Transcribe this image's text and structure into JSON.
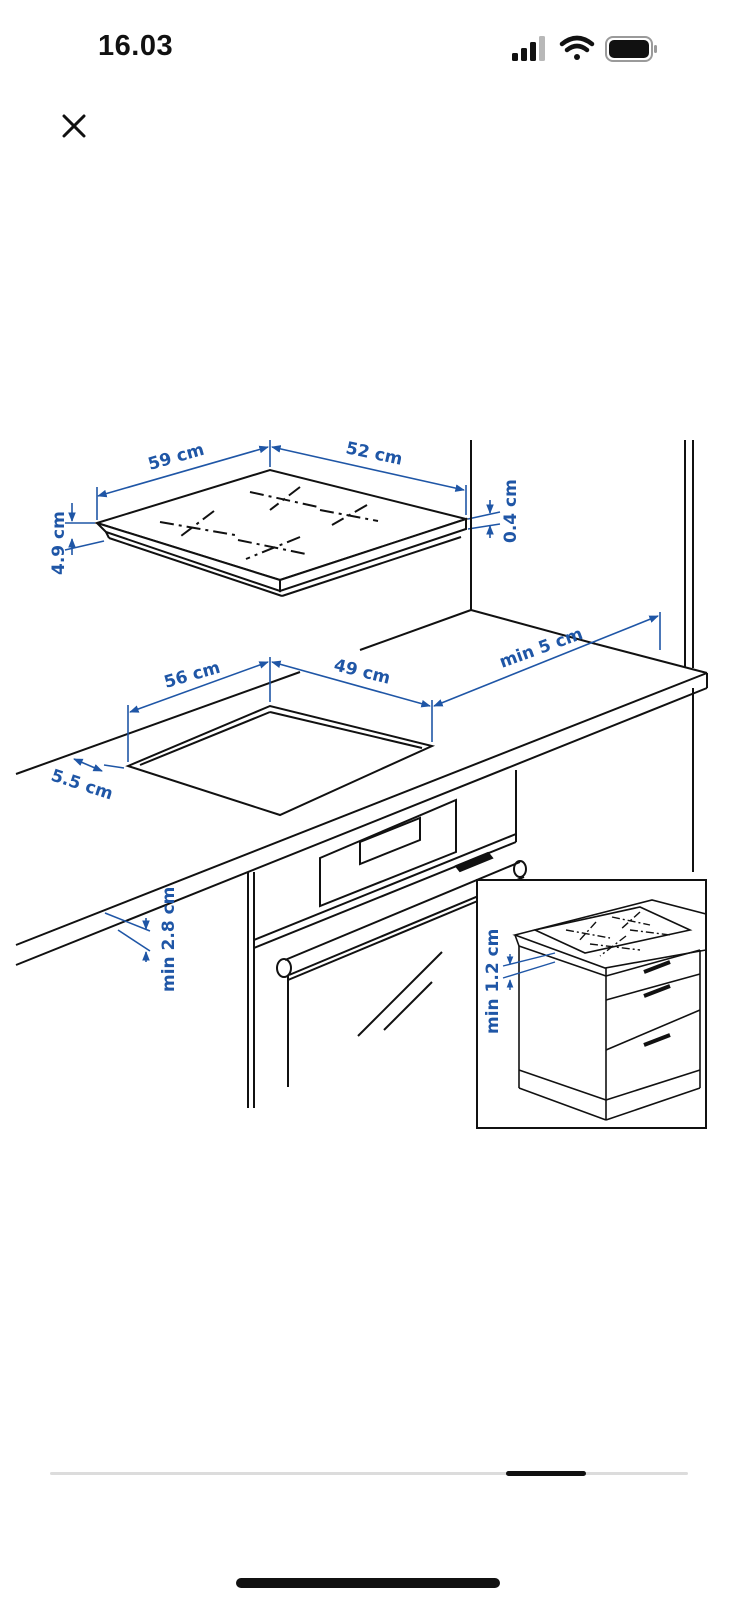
{
  "status_bar": {
    "time": "16.03",
    "icons": [
      "cellular-signal-icon",
      "wifi-icon",
      "battery-icon"
    ]
  },
  "toolbar": {
    "close_icon": "close-icon"
  },
  "illustration": {
    "labels": {
      "hob_width": "59 cm",
      "hob_depth": "52 cm",
      "hob_height": "4.9 cm",
      "hob_frame": "0.4 cm",
      "cutout_width": "56 cm",
      "cutout_depth": "49 cm",
      "front_gap": "5.5 cm",
      "wall_gap": "min 5 cm",
      "oven_gap": "min 2.8 cm",
      "drawer_gap": "min 1.2 cm"
    }
  },
  "carousel": {
    "thumb_start": 0.715,
    "thumb_end": 0.84
  },
  "colors": {
    "dimension_blue": "#1f56a6",
    "line": "#111111",
    "track": "#dcdcdc"
  }
}
